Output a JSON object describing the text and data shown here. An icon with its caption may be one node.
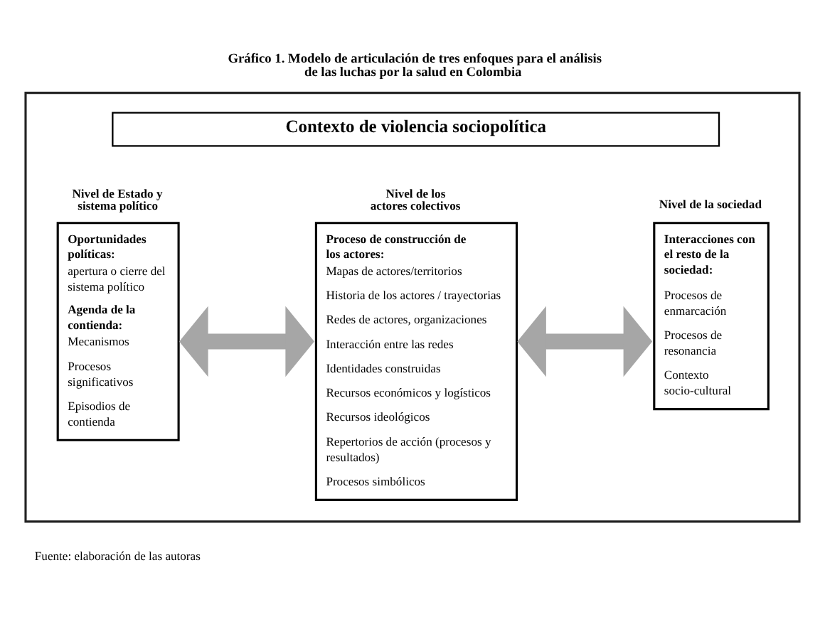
{
  "diagram": {
    "title": "Gráfico 1. Modelo de articulación de tres enfoques para el análisis de las luchas por la salud en Colombia",
    "caption": "Fuente: elaboración de las autoras",
    "nodes": [
      {
        "text": [],
        "shape": "box"
      },
      {
        "text": [
          "Contexto de violencia sociopolítica"
        ],
        "in": 0
      },
      {
        "text": [
          "Nivel de Estado y sistema político",
          "Oportunidades políticas:",
          "apertura o cierre del sistema político",
          "Agenda de la contienda:",
          "Mecanismos",
          "Procesos significativos",
          "Episodios de contienda"
        ],
        "in": 0
      },
      {
        "text": [
          "Nivel de los actores colectivos",
          "Proceso de construcción de los actores:",
          "Mapas de actores/territorios",
          "Historia de los actores / trayectorias",
          "Redes de actores, organizaciones",
          "Interacción entre las redes",
          "Identidades construidas",
          "Recursos económicos y logísticos",
          "Recursos ideológicos",
          "Repertorios de acción (procesos y resultados)",
          "Procesos simbólicos"
        ],
        "in": 0
      },
      {
        "text": [
          "Nivel de la sociedad",
          "Interacciones con el resto de la sociedad:",
          "Procesos de enmarcación",
          "Procesos de resonancia",
          "Contexto socio-cultural"
        ],
        "in": 0
      }
    ],
    "edges": [
      {
        "from": 2,
        "to": 3,
        "arrow": "both",
        "color": "#a6a6a6"
      },
      {
        "from": 3,
        "to": 4,
        "arrow": "both",
        "color": "#a6a6a6"
      }
    ]
  }
}
